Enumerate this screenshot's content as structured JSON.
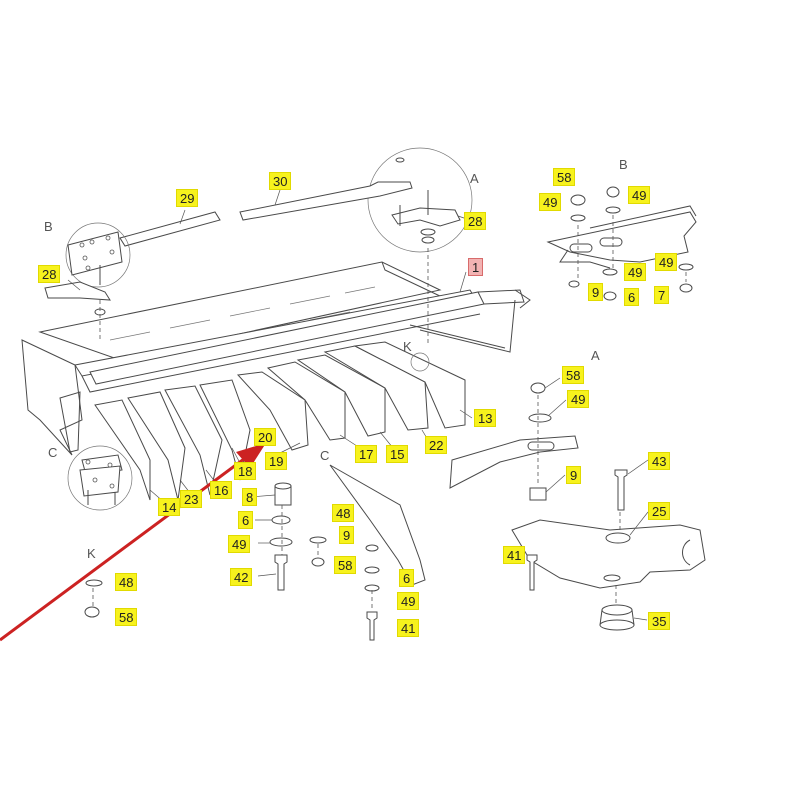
{
  "colors": {
    "tag_fill": "#f7f21d",
    "tag_main_fill": "#f2b3b3",
    "arrow": "#cc2222",
    "line": "#4a4a4a"
  },
  "detail_letters": {
    "a_top": "A",
    "b_top": "B",
    "b_left": "B",
    "c_left": "C",
    "c_mid": "C",
    "k_mid": "K",
    "a_right": "A",
    "k_left": "K"
  },
  "tags": {
    "t1": "1",
    "t30": "30",
    "t29": "29",
    "t28a": "28",
    "t28b": "28",
    "t58a": "58",
    "t49a": "49",
    "t49b": "49",
    "t49c": "49",
    "t49d": "49",
    "t9a": "9",
    "t6a": "6",
    "t7": "7",
    "t13": "13",
    "t22": "22",
    "t15": "15",
    "t17": "17",
    "t19": "19",
    "t20": "20",
    "t18": "18",
    "t16": "16",
    "t23": "23",
    "t14": "14",
    "t8": "8",
    "t6b": "6",
    "t49e": "49",
    "t42": "42",
    "t48a": "48",
    "t9b": "9",
    "t58b": "58",
    "t6c": "6",
    "t49f": "49",
    "t41a": "41",
    "t48b": "48",
    "t58c": "58",
    "t58d": "58",
    "t49g": "49",
    "t9c": "9",
    "t43": "43",
    "t25": "25",
    "t41b": "41",
    "t35": "35"
  }
}
